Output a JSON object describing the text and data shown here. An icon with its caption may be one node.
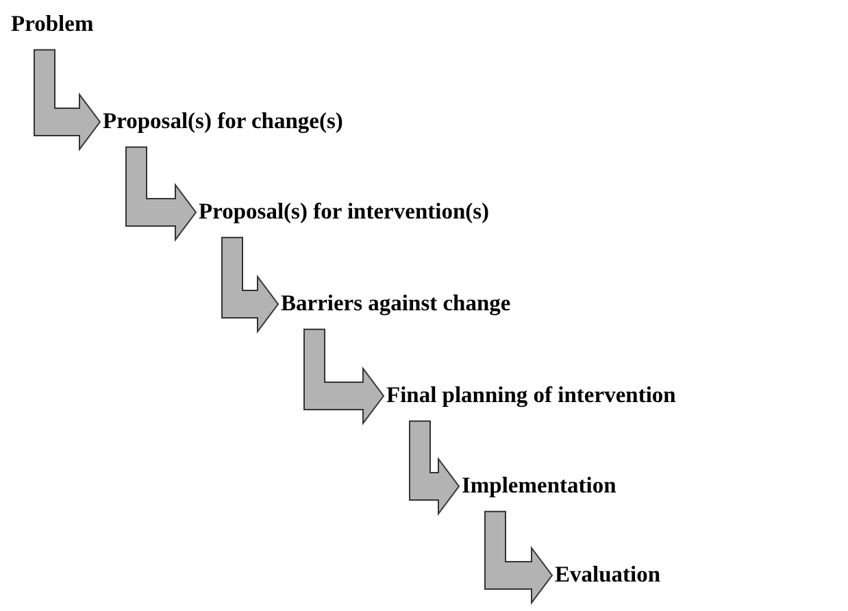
{
  "diagram": {
    "nodes": [
      {
        "text": [
          "Problem"
        ]
      },
      {
        "text": [
          "Proposal(s) for change(s)"
        ]
      },
      {
        "text": [
          "Proposal(s) for intervention(s)"
        ]
      },
      {
        "text": [
          "Barriers against change"
        ]
      },
      {
        "text": [
          "Final planning of intervention"
        ]
      },
      {
        "text": [
          "Implementation"
        ]
      },
      {
        "text": [
          "Evaluation"
        ]
      }
    ],
    "edges": [
      {
        "from": 0,
        "to": 1,
        "arrow": "to"
      },
      {
        "from": 1,
        "to": 2,
        "arrow": "to"
      },
      {
        "from": 2,
        "to": 3,
        "arrow": "to"
      },
      {
        "from": 3,
        "to": 4,
        "arrow": "to"
      },
      {
        "from": 4,
        "to": 5,
        "arrow": "to"
      },
      {
        "from": 5,
        "to": 6,
        "arrow": "to"
      }
    ]
  }
}
